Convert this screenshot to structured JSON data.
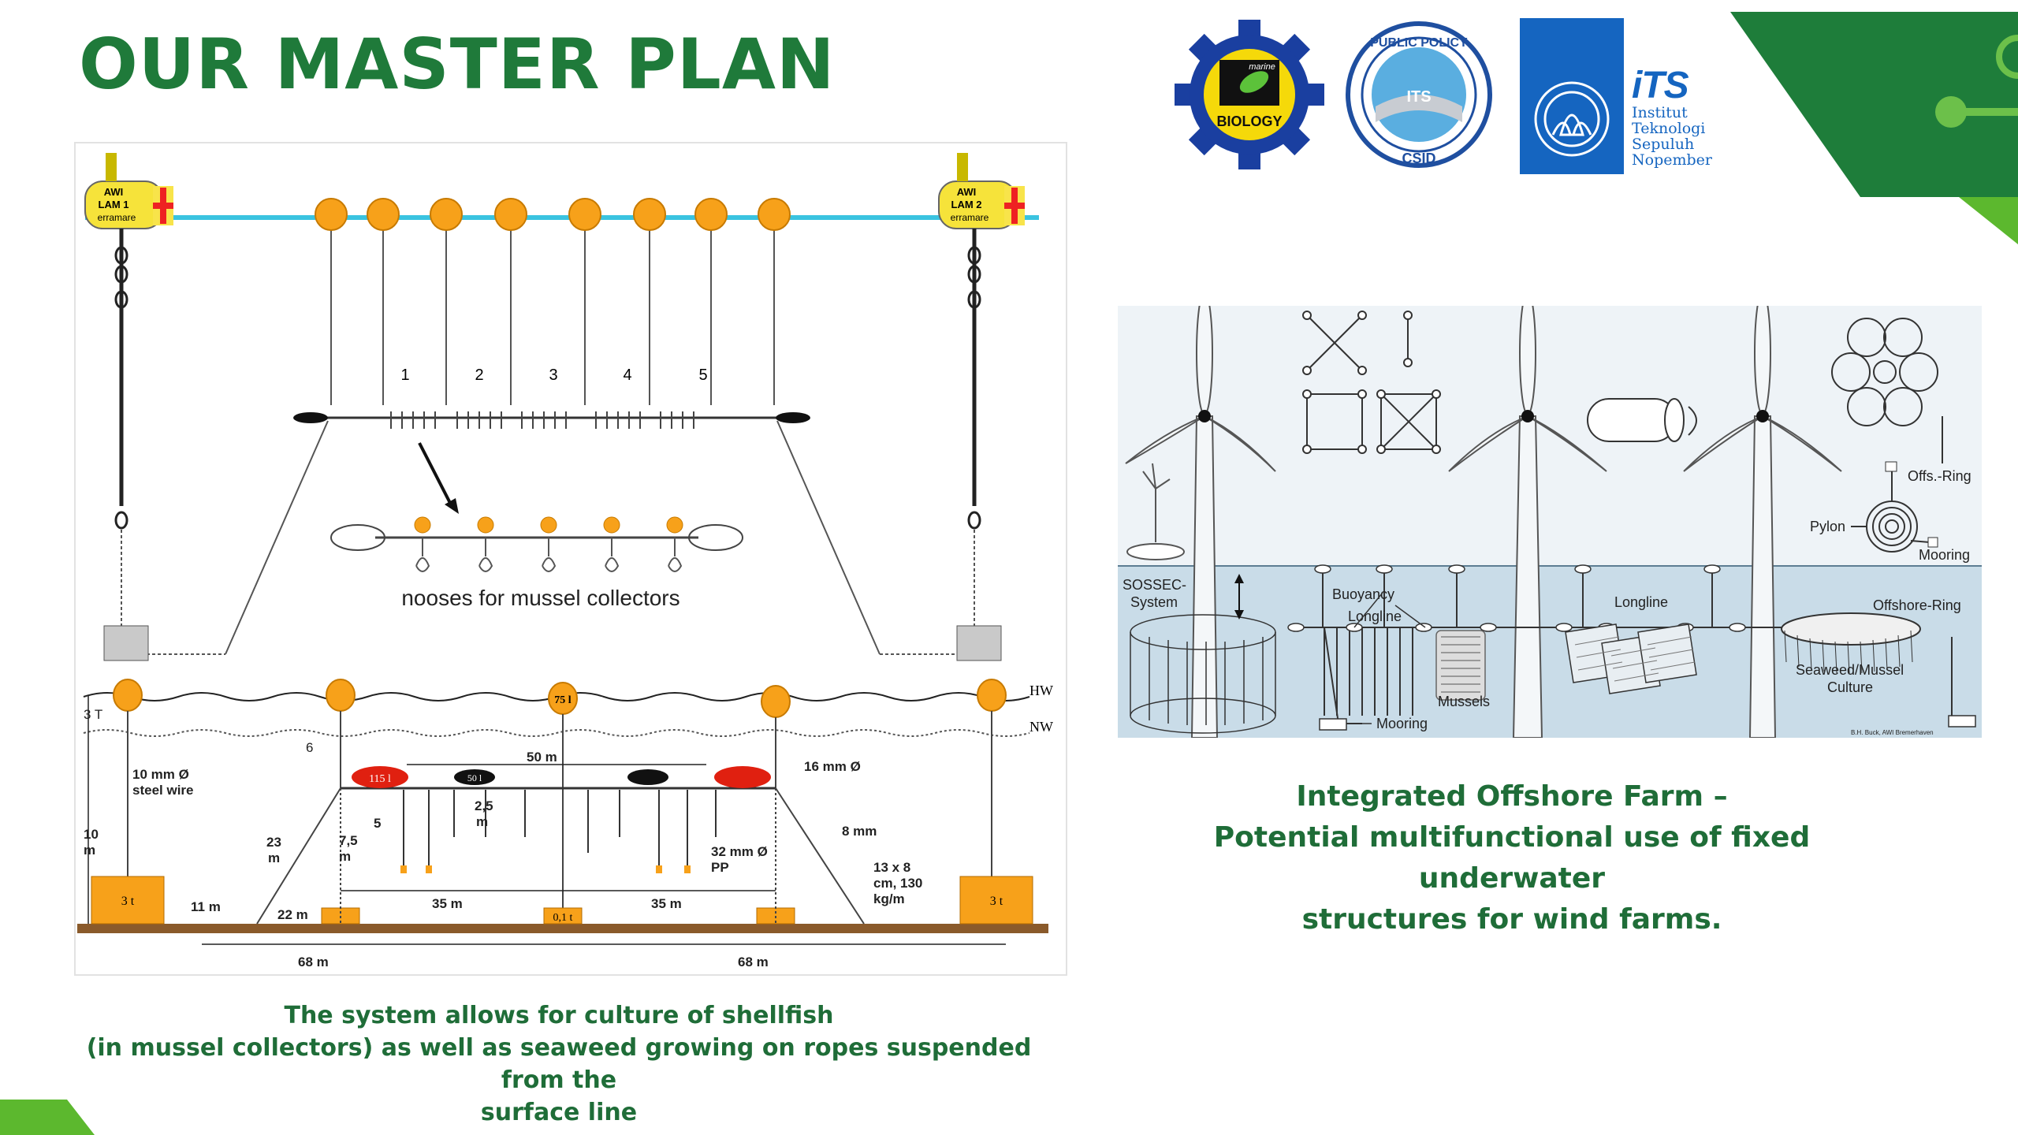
{
  "title": "OUR MASTER PLAN",
  "colors": {
    "brand_green": "#1f7a3a",
    "caption_green": "#1f6d38",
    "lime": "#5cb82e",
    "its_blue": "#1565c0",
    "orange": "#f7a11a",
    "sea": "#c9dce8"
  },
  "logos": {
    "marine_biology": {
      "small": "marine",
      "label": "BIOLOGY"
    },
    "csid": {
      "top": "PUBLIC POLICY",
      "center": "ITS",
      "bottom": "CSID"
    },
    "its": {
      "brand": "iTS",
      "line1": "Institut",
      "line2": "Teknologi",
      "line3": "Sepuluh Nopember"
    }
  },
  "left_figure": {
    "buoy_left": {
      "l1": "AWI",
      "l2": "LAM 1",
      "l3": "erramare"
    },
    "buoy_right": {
      "l1": "AWI",
      "l2": "LAM 2",
      "l3": "erramare"
    },
    "section_numbers": [
      "1",
      "2",
      "3",
      "4",
      "5"
    ],
    "nooses_label": "nooses for mussel collectors",
    "tide_hw": "HW",
    "tide_nw": "NW",
    "dims": {
      "three_t": "3 T",
      "six": "6",
      "ten_mm": "10 mm Ø",
      "steel_wire": "steel wire",
      "ten_m": "10",
      "m": "m",
      "twenty_three": "23",
      "seven_five": "7,5",
      "five": "5",
      "two_five": "2,5",
      "fifty_m": "50 m",
      "sixteen_mm": "16 mm Ø",
      "eight_mm": "8 mm",
      "thirty_two_mm": "32 mm Ø",
      "pp": "PP",
      "chain_spec": "13 x 8",
      "chain_spec2": "cm, 130",
      "chain_spec3": "kg/m",
      "eleven_m": "11 m",
      "twenty_two_m": "22 m",
      "thirty_five_m": "35 m",
      "sixty_eight_m": "68 m",
      "anchor_3t": "3 t",
      "center_weight": "0,1 t",
      "float_751": "75 l",
      "float_115": "115 l",
      "float_50": "50 l"
    }
  },
  "right_figure": {
    "sossec": "SOSSEC-",
    "system": "System",
    "buoyancy": "Buoyancy",
    "longline_left": "Longline",
    "longline_right": "Longline",
    "mussels": "Mussels",
    "mooring_bottom": "Mooring",
    "offs_ring": "Offs.-Ring",
    "pylon": "Pylon",
    "mooring_right": "Mooring",
    "offshore_ring": "Offshore-Ring",
    "seaweed": "Seaweed/Mussel",
    "culture": "Culture",
    "credit": "B.H. Buck, AWI Bremerhaven"
  },
  "caption_left": {
    "line1": "The system allows for culture of shellfish",
    "line2": "(in mussel collectors) as well as seaweed growing on ropes suspended from the",
    "line3": "surface line"
  },
  "caption_right": {
    "line1": "Integrated Offshore Farm –",
    "line2": "Potential multifunctional use of fixed underwater",
    "line3": "structures for wind farms."
  }
}
